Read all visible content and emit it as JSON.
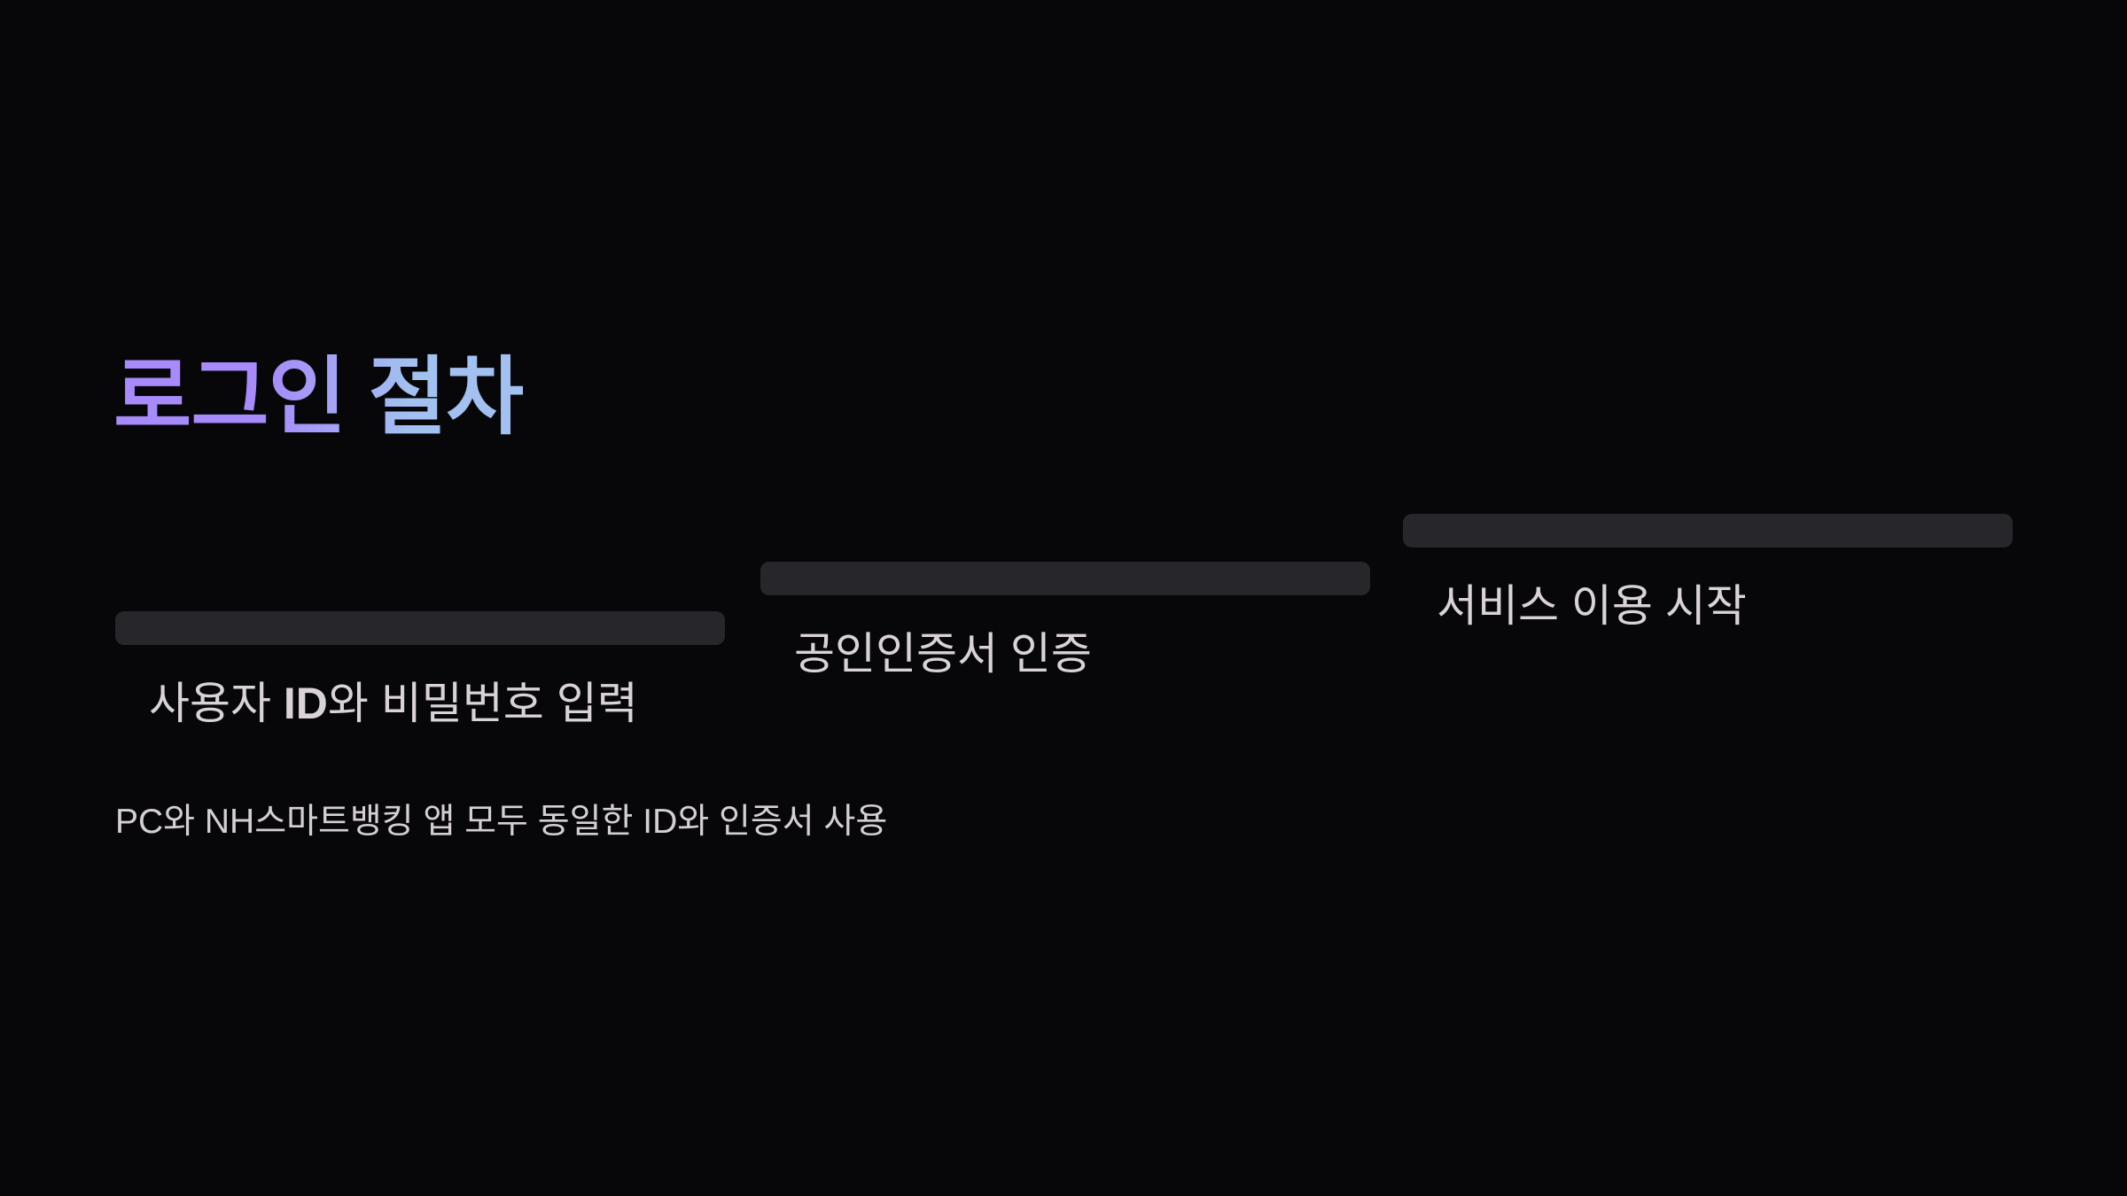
{
  "slide": {
    "title": "로그인 절차",
    "steps": [
      {
        "label_prefix": "사용자 ",
        "label_em": "ID",
        "label_suffix": "와 비밀번호 입력"
      },
      {
        "label": "공인인증서 인증"
      },
      {
        "label": "서비스 이용 시작"
      }
    ],
    "footnote": "PC와 NH스마트뱅킹 앱 모두 동일한 ID와 인증서 사용"
  },
  "colors": {
    "background": "#07070a",
    "step_bar": "#27272b",
    "step_label_text": "#d9d3d7",
    "footnote_text": "#d5cfd3",
    "title_gradient_from": "#a78bfa",
    "title_gradient_to": "#a2c0f0"
  }
}
